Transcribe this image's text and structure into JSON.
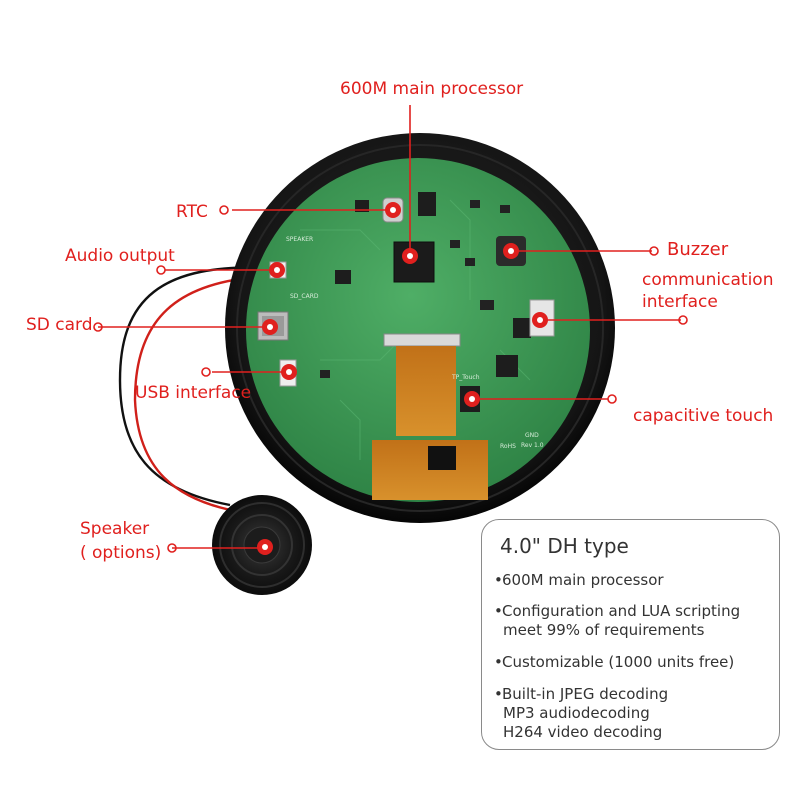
{
  "callouts": {
    "main_processor": "600M main processor",
    "rtc": "RTC",
    "audio_output": "Audio output",
    "sd_card": "SD card",
    "usb_interface": "USB interface",
    "buzzer": "Buzzer",
    "communication_interface_line1": "communication",
    "communication_interface_line2": "interface",
    "capacitive_touch": "capacitive touch",
    "speaker_line1": "Speaker",
    "speaker_line2": "( options)"
  },
  "board_silkscreen": {
    "speaker": "SPEAKER",
    "sd_card": "SD_CARD",
    "rohs": "RoHS",
    "gnd": "GND",
    "rev": "Rev 1.0",
    "tp_touch": "TP_Touch"
  },
  "spec": {
    "title": "4.0\" DH type",
    "items": [
      {
        "lines": [
          "600M main processor"
        ]
      },
      {
        "lines": [
          "Configuration and LUA scripting",
          "meet 99% of requirements"
        ]
      },
      {
        "lines": [
          "Customizable (1000 units free)"
        ]
      },
      {
        "lines": [
          "Built-in JPEG decoding",
          "MP3 audiodecoding",
          "H264 video decoding"
        ]
      }
    ]
  },
  "colors": {
    "callout_red": "#e0201e",
    "pcb_green": "#3f9a57",
    "bezel_black": "#141414",
    "fpc_orange": "#c8781c",
    "box_border": "#8a8a8a"
  }
}
